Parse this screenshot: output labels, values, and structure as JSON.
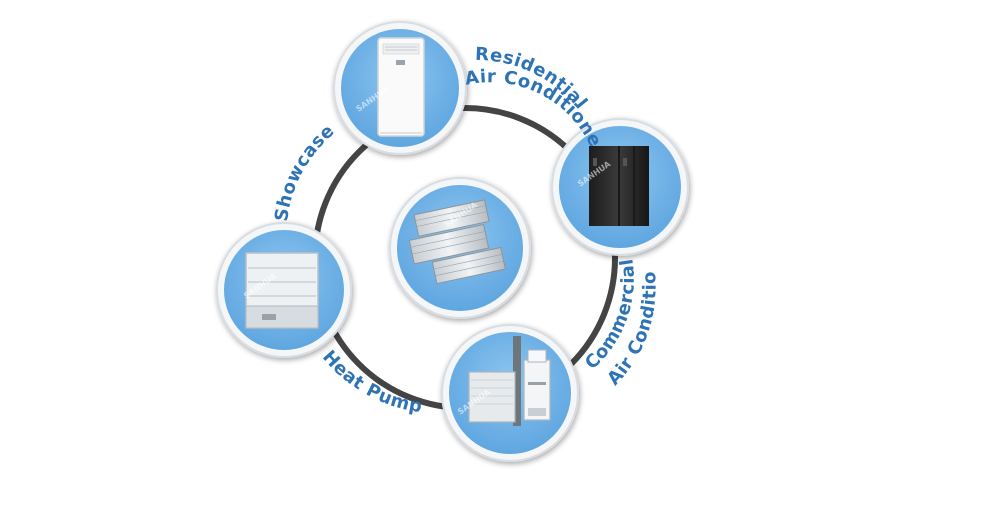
{
  "colors": {
    "accent": "#2e74b5",
    "bubble": "#74b5e8",
    "ring": "#444444"
  },
  "nodes": {
    "center": {
      "icon": "heat-exchanger-icon",
      "watermark": "SANHUA"
    },
    "residential": {
      "icon": "floor-standing-air-conditioner-icon",
      "watermark": "SANHUA"
    },
    "commercial": {
      "icon": "precision-cabinet-air-conditioner-icon",
      "watermark": "SANHUA"
    },
    "heat_pump": {
      "icon": "heat-pump-unit-icon",
      "watermark": "SANHUA"
    },
    "showcase": {
      "icon": "display-cabinet-icon",
      "watermark": "SANHUA"
    }
  },
  "labels": {
    "residential_line1": "Residential",
    "residential_line2": "Air Conditioner",
    "commercial_line1": "Commercial",
    "commercial_line2": "Air Conditioner",
    "heat_pump": "Heat Pump",
    "showcase": "Showcase"
  }
}
